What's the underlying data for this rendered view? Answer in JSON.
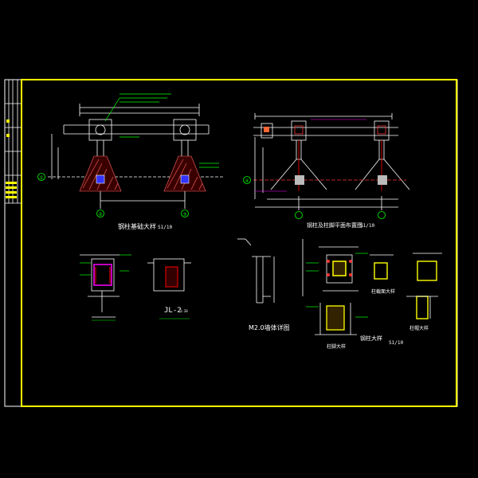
{
  "sheet": {
    "background": "#000000",
    "frame_color": "#ffff00",
    "line_color": "#ffffff"
  },
  "drawings": {
    "pillar_foundation": {
      "title": "钢柱基础大样",
      "scale": "S1/10"
    },
    "pillar_plan": {
      "title": "钢柱及柱脚平面布置图",
      "scale": "S1/10"
    },
    "jl2": {
      "title": "JL-2",
      "scale": "1:20"
    },
    "wall": {
      "title": "M2.0墙体详图"
    },
    "column_detail": {
      "title": "钢柱大样",
      "scale": "S1/10"
    },
    "column_foot": {
      "title": "柱脚大样"
    },
    "section_left": {
      "title": "柱截面大样"
    },
    "section_right": {
      "title": "柱帽大样"
    }
  },
  "grid_axes": [
    "①",
    "②",
    "③",
    "④"
  ],
  "colors": {
    "white": "#ffffff",
    "yellow": "#ffff00",
    "green": "#00ff00",
    "red": "#ff0000",
    "magenta": "#ff00ff",
    "cyan": "#00ffff",
    "blue": "#3333ff",
    "hatch": "#ff6666"
  }
}
